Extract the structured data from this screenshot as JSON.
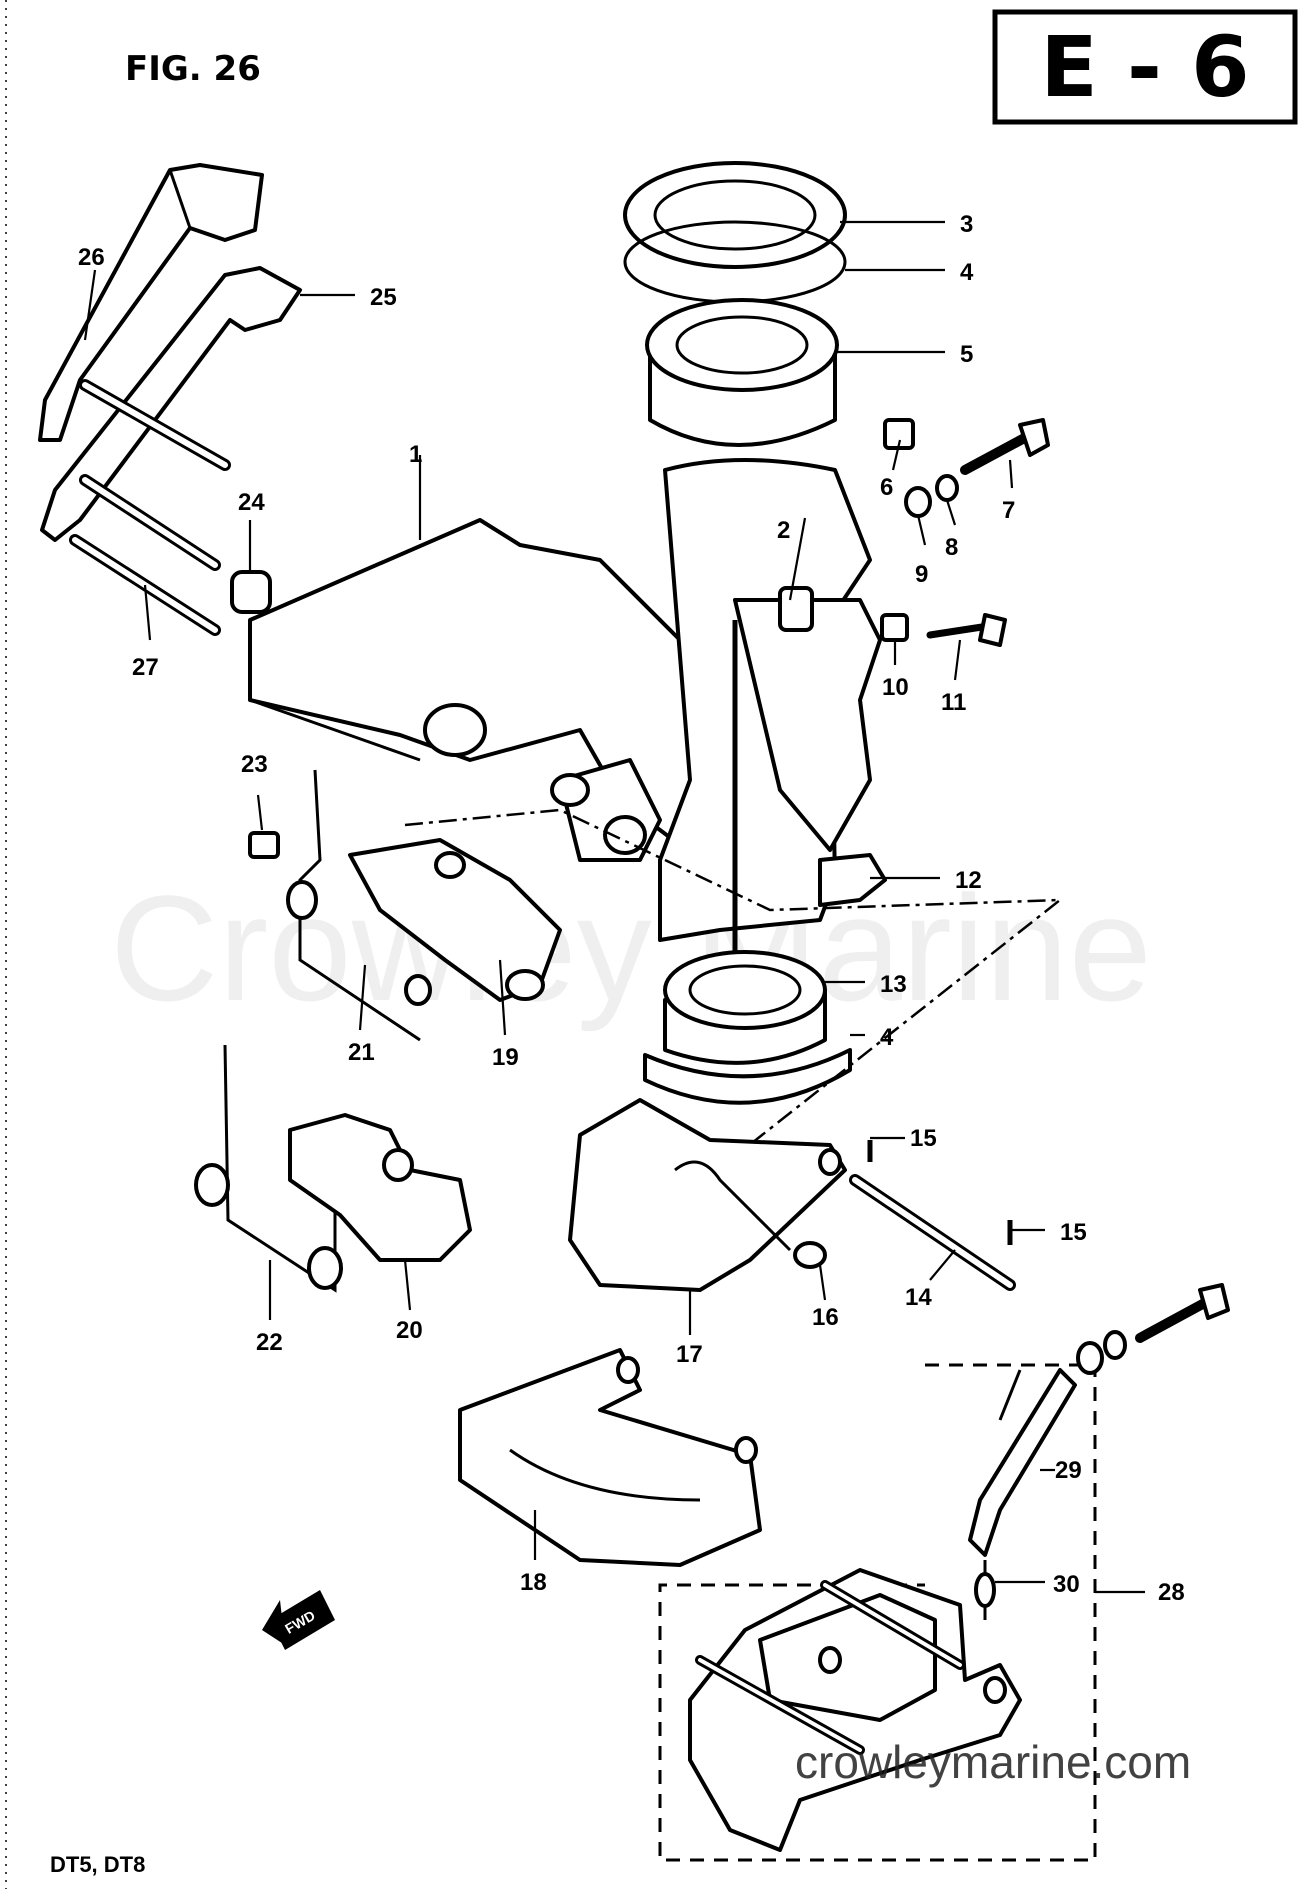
{
  "figure": {
    "title": "FIG. 26",
    "page_code": "E - 6",
    "models": "DT5, DT8",
    "watermark": "Crowley Marine",
    "website": "crowleymarine.com",
    "direction_label": "FWD"
  },
  "callouts": {
    "c1": "1",
    "c2": "2",
    "c3": "3",
    "c4a": "4",
    "c4b": "4",
    "c5": "5",
    "c6": "6",
    "c7": "7",
    "c8": "8",
    "c9": "9",
    "c10": "10",
    "c11": "11",
    "c12": "12",
    "c13": "13",
    "c14": "14",
    "c15a": "15",
    "c15b": "15",
    "c16": "16",
    "c17": "17",
    "c18": "18",
    "c19": "19",
    "c20": "20",
    "c21": "21",
    "c22": "22",
    "c23": "23",
    "c24": "24",
    "c25": "25",
    "c26": "26",
    "c27": "27",
    "c28": "28",
    "c29": "29",
    "c30": "30"
  }
}
